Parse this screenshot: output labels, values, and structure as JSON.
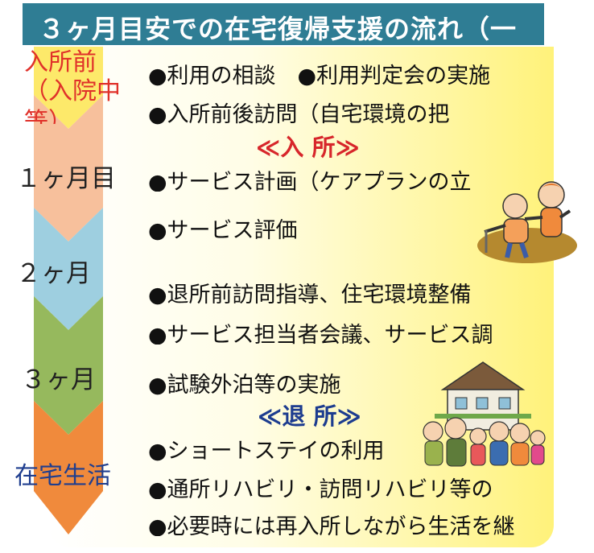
{
  "title": "３ヶ月目安での在宅復帰支援の流れ（一",
  "stages": {
    "pre_admission_line1": "入所前",
    "pre_admission_line2": "（入院中",
    "pre_admission_line3": "等）",
    "month1": "１ヶ月目",
    "month2": "２ヶ月",
    "month3": "３ヶ月",
    "home_life": "在宅生活"
  },
  "items": {
    "consult": "●利用の相談　●利用判定会の実施",
    "pre_visit": "●入所前後訪問（自宅環境の把",
    "service_plan": "●サービス計画（ケアプランの立",
    "service_eval": "●サービス評価",
    "pre_discharge": "●退所前訪問指導、住宅環境整備",
    "meeting": "●サービス担当者会議、サービス調",
    "trial_stay": "●試験外泊等の実施",
    "short_stay": "●ショートステイの利用",
    "rehab": "●通所リハビリ・訪問リハビリ等の",
    "readmission": "●必要時には再入所しながら生活を継"
  },
  "milestones": {
    "admission": "≪入 所≫",
    "discharge": "≪退 所≫"
  },
  "colors": {
    "title_bg": "#2f7d94",
    "arrow_pre": "#fde96a",
    "arrow_month1": "#f7c09c",
    "arrow_month2": "#9ecfe0",
    "arrow_month3": "#96b95d",
    "arrow_home": "#f08a3c",
    "admission_text": "#d7262b",
    "discharge_text": "#1d3c8f"
  }
}
